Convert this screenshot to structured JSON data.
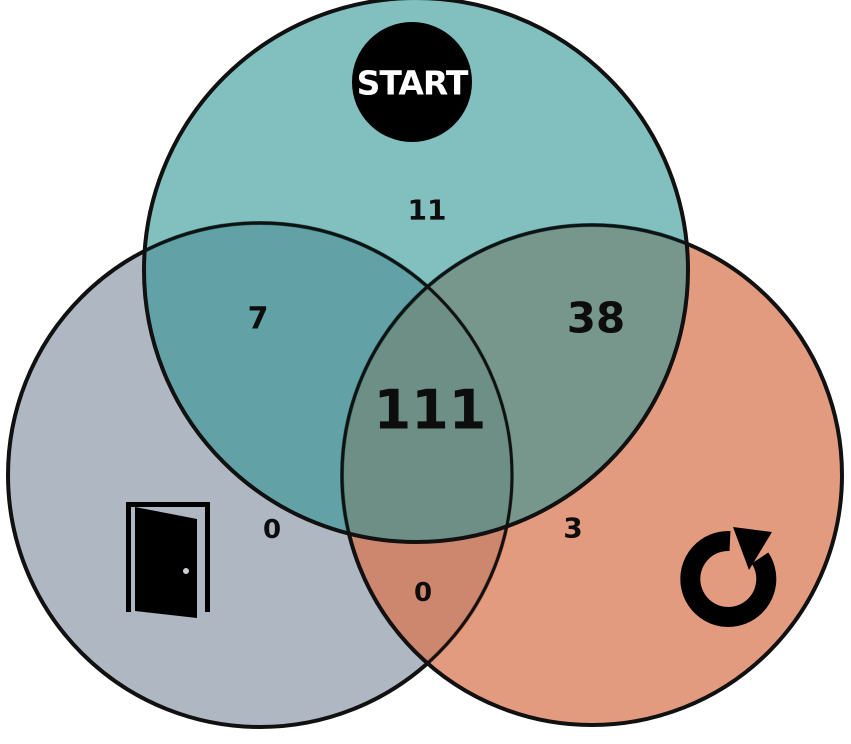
{
  "diagram": {
    "type": "venn-3",
    "sets": [
      {
        "id": "start",
        "icon": "start-badge-icon",
        "label": "START",
        "color": "#2E9494"
      },
      {
        "id": "exit",
        "icon": "door-exit-icon",
        "color": "#7E8A9C"
      },
      {
        "id": "repeat",
        "icon": "refresh-arrow-icon",
        "color": "#D8744F"
      }
    ],
    "regions": {
      "start_only": "11",
      "start_exit": "7",
      "start_repeat": "38",
      "all_three": "111",
      "exit_only": "0",
      "repeat_only": "3",
      "exit_repeat": "0"
    },
    "colors": {
      "start_fill": "#2E9494",
      "exit_fill": "#7E8A9C",
      "repeat_fill": "#D8744F",
      "outline": "#111111",
      "icon": "#000000"
    }
  }
}
